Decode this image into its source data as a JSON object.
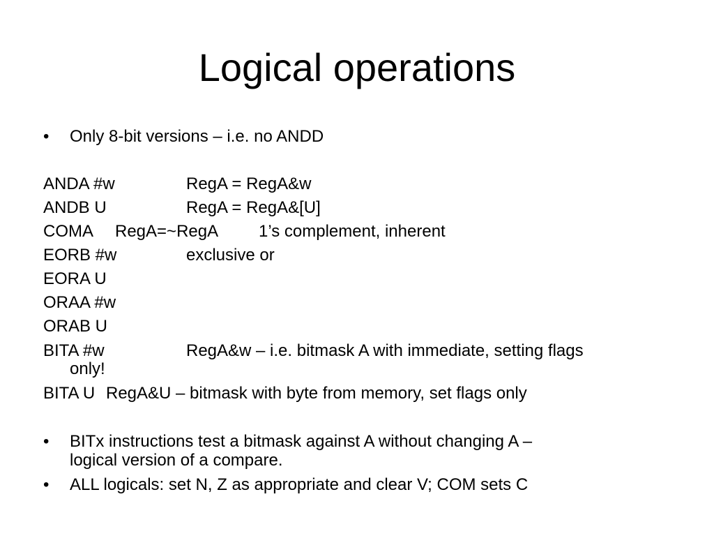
{
  "slide": {
    "title": "Logical operations",
    "bullet_glyph": "•",
    "intro_bullet": "Only 8-bit versions – i.e. no ANDD",
    "instructions": [
      {
        "mnemonic": "ANDA #w",
        "description": "RegA = RegA&w"
      },
      {
        "mnemonic": "ANDB U",
        "description": "RegA = RegA&[U]"
      },
      {
        "mnemonic": "COMA",
        "description": "RegA=~RegA",
        "note": "1’s complement, inherent"
      },
      {
        "mnemonic": "EORB #w",
        "description": "exclusive or"
      },
      {
        "mnemonic": "EORA U"
      },
      {
        "mnemonic": "ORAA #w"
      },
      {
        "mnemonic": "ORAB U"
      },
      {
        "mnemonic": "BITA #w",
        "description": "RegA&w – i.e. bitmask A with immediate, setting flags",
        "continuation": "only!"
      },
      {
        "mnemonic": "BITA U",
        "description": "RegA&U – bitmask with byte from memory, set flags only"
      }
    ],
    "bottom_bullets": [
      {
        "line1": "BITx instructions test a bitmask against A without changing A –",
        "line2": "logical version of a compare."
      },
      {
        "line1": "ALL logicals:  set N, Z as appropriate and clear V; COM sets C"
      }
    ]
  }
}
